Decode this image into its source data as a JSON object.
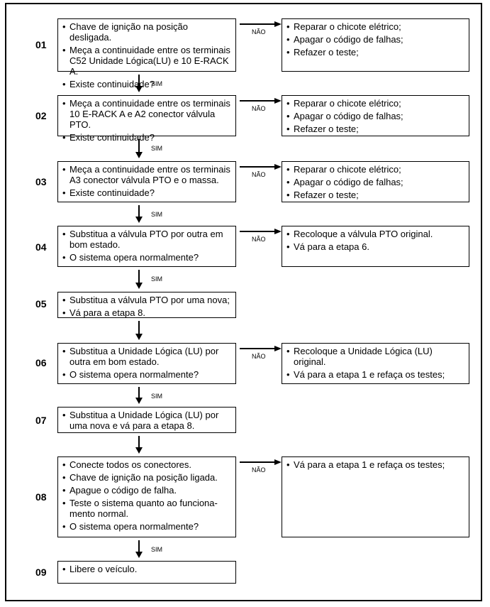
{
  "bullet": "•",
  "labels": {
    "no": "NÃO",
    "yes": "SIM"
  },
  "steps": [
    {
      "num": "01",
      "items": [
        "Chave de ignição na posição desligada.",
        "Meça a continuidade entre os terminais C52 Unidade Lógica(LU) e 10 E-RACK A.",
        "Existe continuidade?"
      ],
      "no_items": [
        "Reparar o chicote elétrico;",
        "Apagar o código de falhas;",
        "Refazer o teste;"
      ],
      "down": "SIM"
    },
    {
      "num": "02",
      "items": [
        "Meça a continuidade entre os terminais 10 E-RACK A e A2 conector válvula PTO.",
        "Existe continuidade?"
      ],
      "no_items": [
        "Reparar o chicote elétrico;",
        "Apagar o código de falhas;",
        "Refazer o teste;"
      ],
      "down": "SIM"
    },
    {
      "num": "03",
      "items": [
        "Meça a continuidade entre os terminais A3 conector válvula PTO e o massa.",
        "Existe continuidade?"
      ],
      "no_items": [
        "Reparar o chicote elétrico;",
        "Apagar o código de falhas;",
        "Refazer o teste;"
      ],
      "down": "SIM"
    },
    {
      "num": "04",
      "items": [
        "Substitua a válvula PTO por outra em bom estado.",
        "O sistema opera normalmente?"
      ],
      "no_items": [
        "Recoloque a válvula PTO original.",
        "Vá para a etapa 6."
      ],
      "down": "SIM"
    },
    {
      "num": "05",
      "items": [
        "Substitua a válvula PTO por uma nova;",
        "Vá para a etapa 8."
      ],
      "no_items": [],
      "down": ""
    },
    {
      "num": "06",
      "items": [
        "Substitua a Unidade Lógica (LU) por outra em bom estado.",
        "O sistema opera normalmente?"
      ],
      "no_items": [
        "Recoloque a Unidade Lógica (LU) original.",
        "Vá para a etapa 1 e refaça os testes;"
      ],
      "down": "SIM"
    },
    {
      "num": "07",
      "items": [
        "Substitua a Unidade Lógica (LU) por uma nova e vá para a etapa 8."
      ],
      "no_items": [],
      "down": ""
    },
    {
      "num": "08",
      "items": [
        "Conecte todos os conectores.",
        "Chave de ignição na posição ligada.",
        "Apague o código de falha.",
        "Teste o sistema quanto ao funciona- mento normal.",
        "O sistema opera normalmente?"
      ],
      "no_items": [
        "Vá para a etapa 1 e refaça os testes;"
      ],
      "down": "SIM"
    },
    {
      "num": "09",
      "items": [
        "Libere o veículo."
      ],
      "no_items": [],
      "down": ""
    }
  ]
}
